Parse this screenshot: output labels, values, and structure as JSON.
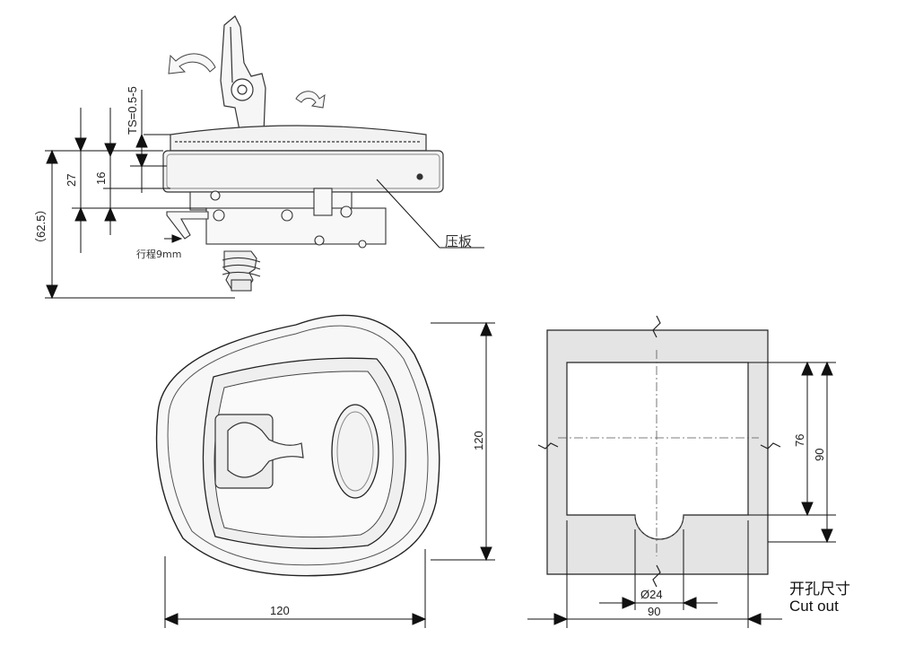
{
  "side_view": {
    "dim_thickness": "TS=0.5-5",
    "dim_27": "27",
    "dim_16": "16",
    "dim_overall": "（62.5）",
    "label_stroke": "行程9mm",
    "label_pressure_plate": "压板"
  },
  "front_view": {
    "dim_width": "120",
    "dim_height": "120"
  },
  "cutout_view": {
    "dim_76": "76",
    "dim_90_vertical": "90",
    "dim_diameter": "Ø24",
    "dim_90_horizontal": "90",
    "caption_cn": "开孔尺寸",
    "caption_en": "Cut out"
  },
  "colors": {
    "line": "#111111",
    "panel_fill": "#e4e4e4",
    "part_fill": "#f4f4f4"
  }
}
